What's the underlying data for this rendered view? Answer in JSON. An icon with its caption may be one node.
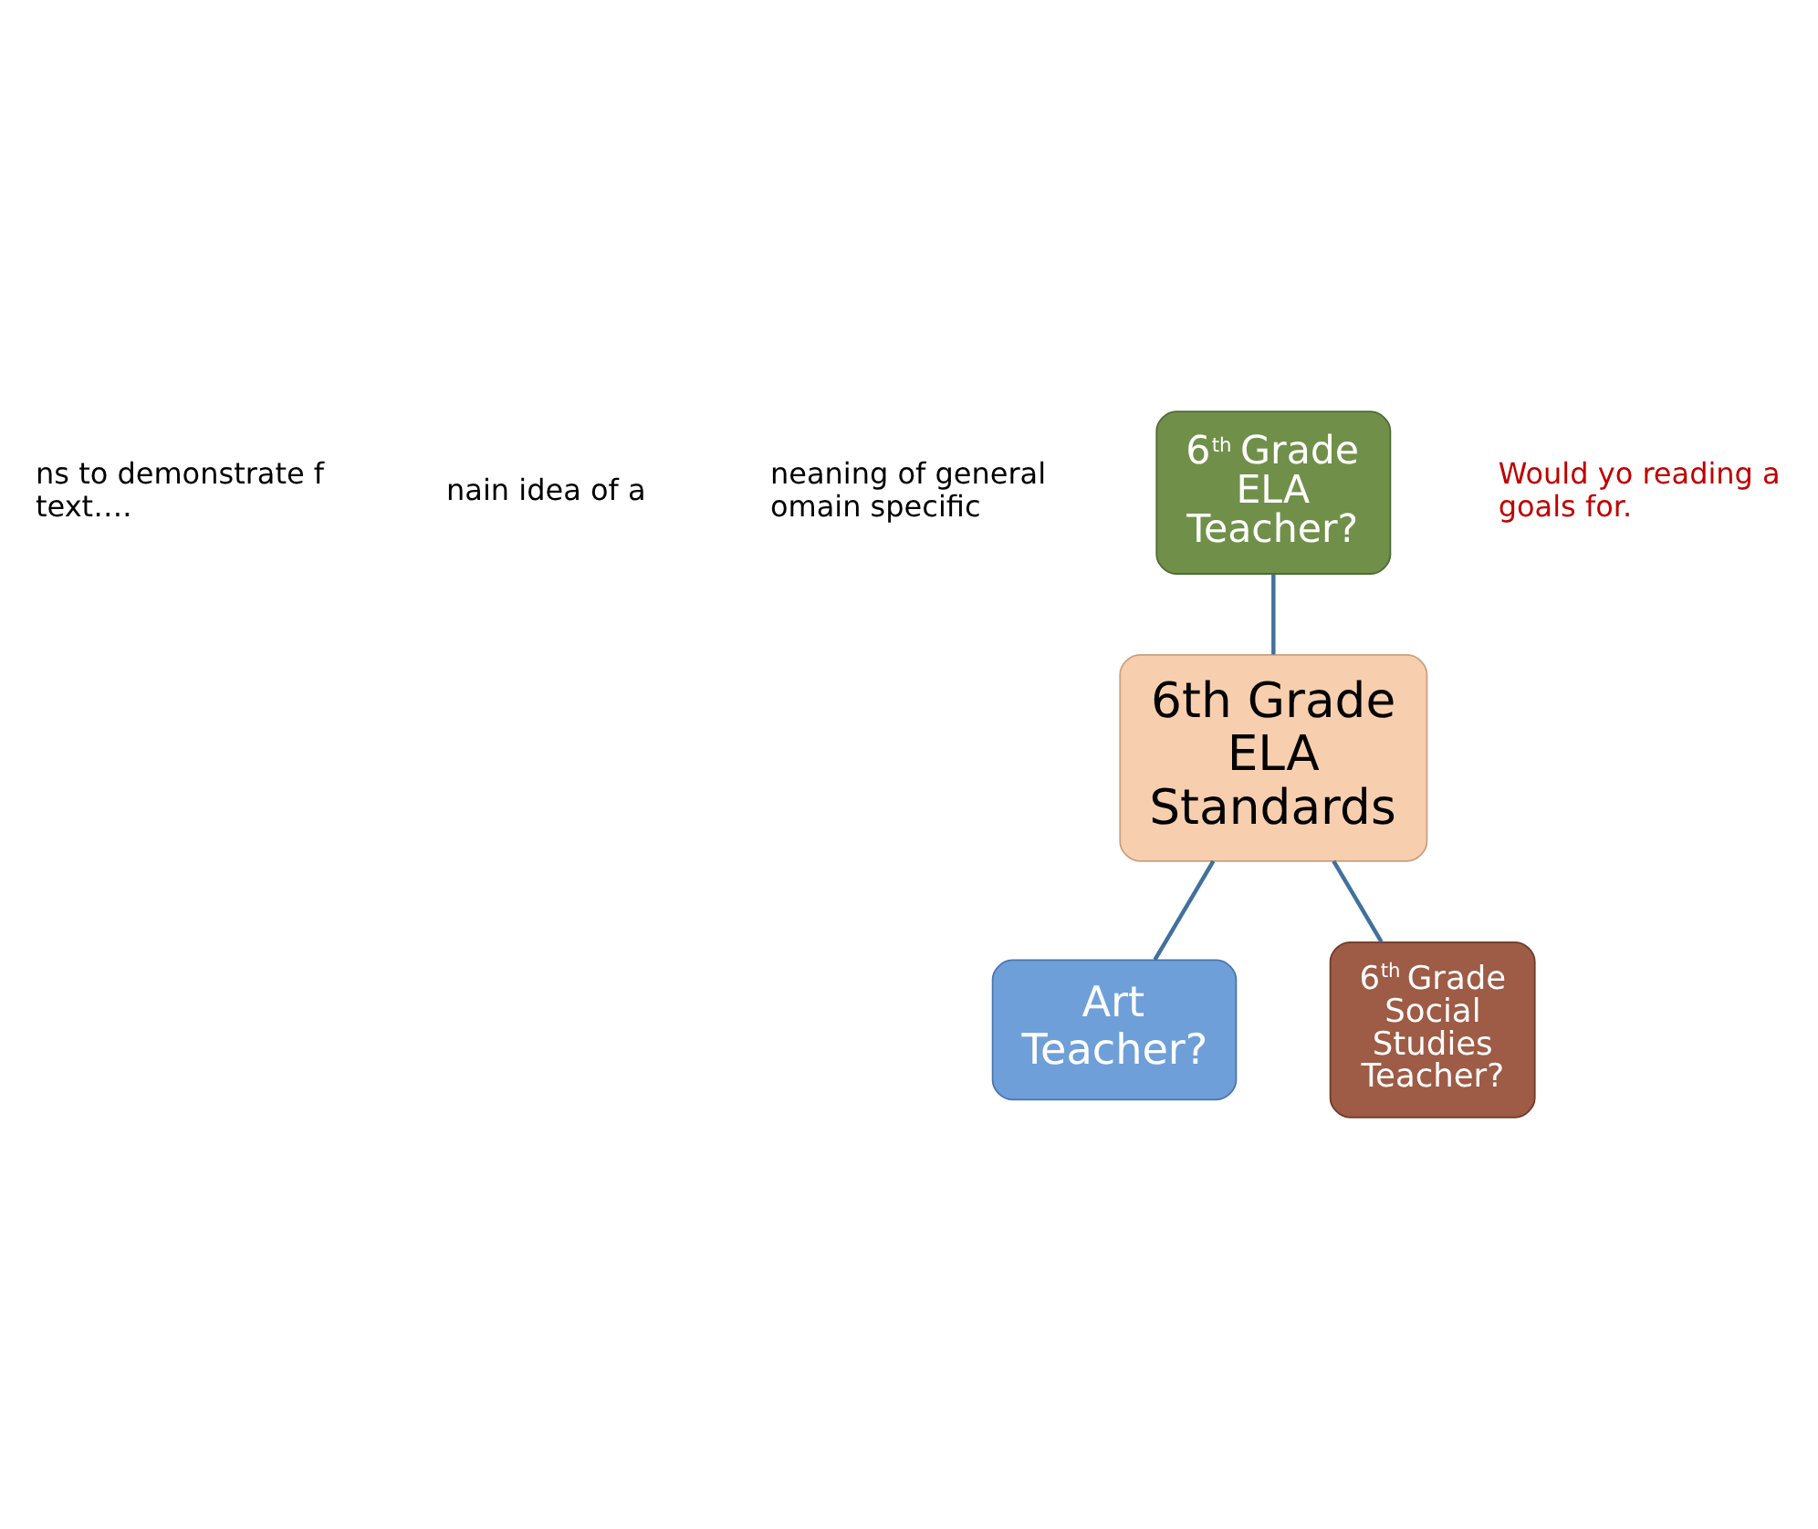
{
  "diagram": {
    "nodes": [
      {
        "text": [
          "6$^{th}$ Grade ELA Teacher?"
        ]
      },
      {
        "text": [
          "6th Grade ELA Standards"
        ]
      },
      {
        "text": [
          "Art Teacher?"
        ]
      },
      {
        "text": [
          "6$^{th}$ Grade Social Studies Teacher?"
        ]
      }
    ],
    "edges": [
      {
        "from": 0,
        "to": 1,
        "arrow": "none"
      },
      {
        "from": 1,
        "to": 2,
        "arrow": "none"
      },
      {
        "from": 1,
        "to": 3,
        "arrow": "none"
      }
    ],
    "labels": [
      "ns to demonstrate f text….",
      "nain idea of a",
      "neaning of general omain specific",
      "Would yo reading a goals for."
    ]
  }
}
